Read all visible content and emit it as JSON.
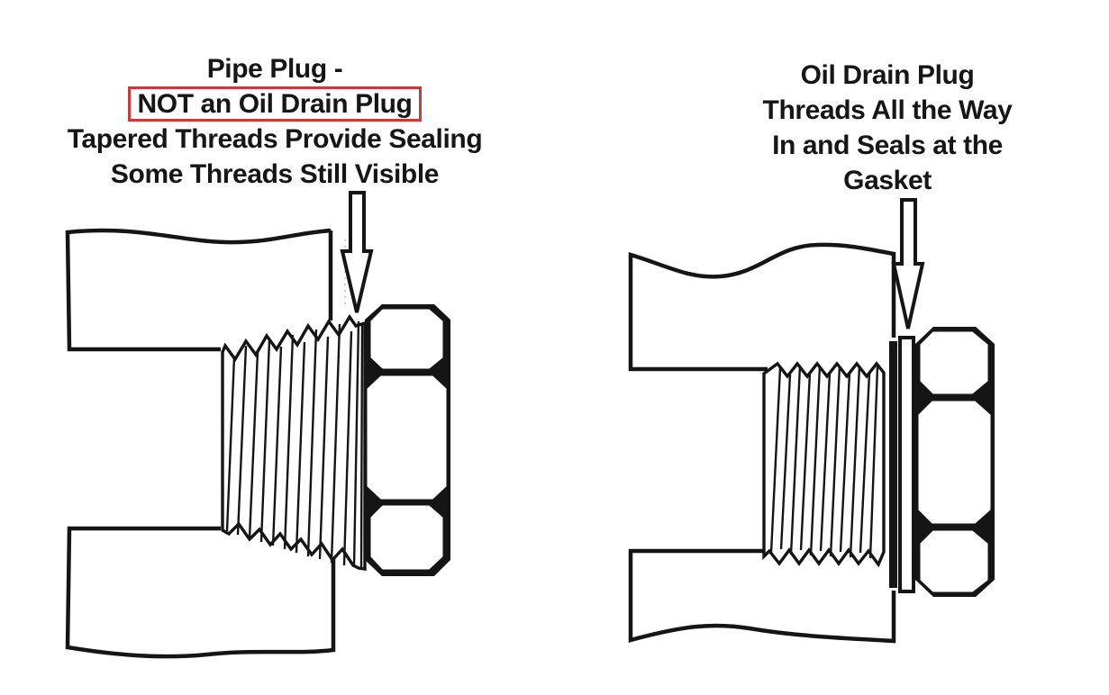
{
  "figures": {
    "left": {
      "line1": "Pipe Plug -",
      "boxed_line": "NOT an Oil Drain Plug",
      "line3": "Tapered Threads Provide Sealing",
      "line4": "Some Threads Still Visible"
    },
    "right": {
      "line1": "Oil Drain Plug",
      "line2": "Threads All the Way",
      "line3": "In and Seals at the",
      "line4": "Gasket"
    }
  },
  "colors": {
    "background": "#ffffff",
    "ink": "#151515",
    "highlight_box_red": "#c43c3c"
  }
}
